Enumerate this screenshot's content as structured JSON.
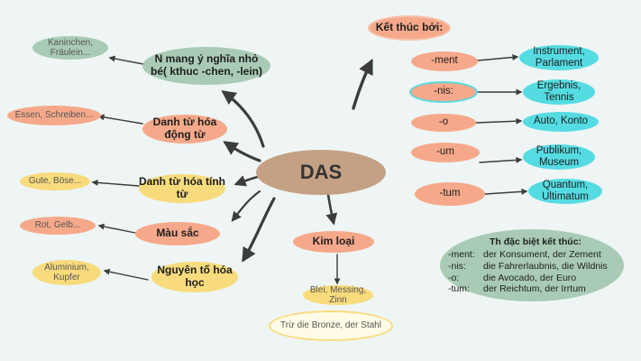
{
  "center": "DAS",
  "left": [
    {
      "label": "N mang ý nghĩa nhỏ bé( kthuc -chen, -lein)",
      "example": "Kaninchen, Fräulein..."
    },
    {
      "label": "Danh từ hóa động từ",
      "example": "Essen, Schreiben..."
    },
    {
      "label": "Danh từ hóa tính từ",
      "example": "Gute, Böse..."
    },
    {
      "label": "Màu sắc",
      "example": "Rot, Gelb..."
    },
    {
      "label": "Nguyên tố hóa học",
      "example": "Aluminium, Kupfer"
    }
  ],
  "bottom": {
    "label": "Kim loại",
    "example": "Blei, Messing, Zinn",
    "exception": "Trừ die Bronze, der Stahl"
  },
  "endings": {
    "title": "Kết thúc bởi:",
    "items": [
      {
        "suffix": "-ment",
        "examples": "Instrument, Parlament"
      },
      {
        "suffix": "-nis:",
        "examples": "Ergebnis, Tennis"
      },
      {
        "suffix": "-o",
        "examples": "Auto, Konto"
      },
      {
        "suffix": "-um",
        "examples": "Publikum, Museum"
      },
      {
        "suffix": "-tum",
        "examples": "Quantum, Ultimatum"
      }
    ]
  },
  "special": {
    "title": "Th đặc biệt kết thúc:",
    "rows": [
      {
        "key": "-ment:",
        "value": "der Konsument, der Zement"
      },
      {
        "key": "-nis:",
        "value": "die Fahrerlaubnis, die Wildnis"
      },
      {
        "key": "-o:",
        "value": "die Avocado, der Euro"
      },
      {
        "key": "-tum:",
        "value": "der Reichtum, der Irrtum"
      }
    ]
  },
  "colors": {
    "sage": "#a9cbb6",
    "salmon": "#f6a98a",
    "yellow": "#f8db7c",
    "cyan": "#55dce2",
    "center": "#c4a184",
    "arrow": "#3c3c3c"
  }
}
